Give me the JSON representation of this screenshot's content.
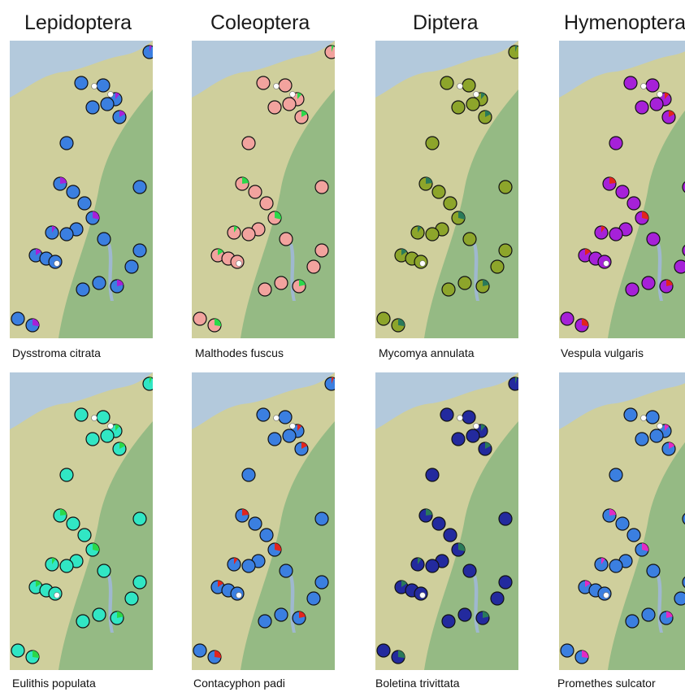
{
  "columns": [
    "Lepidoptera",
    "Coleoptera",
    "Diptera",
    "Hymenoptera"
  ],
  "captions": [
    [
      "Dysstroma citrata",
      "Malthodes fuscus",
      "Mycomya annulata",
      "Vespula vulgaris"
    ],
    [
      "Eulithis populata",
      "Contacyphon padi",
      "Boletina trivittata",
      "Promethes sulcator"
    ]
  ],
  "colors": {
    "sea": "#b3c9dc",
    "land": "#cfcf9c",
    "forest": "#86b47e",
    "water": "#9fb8cf",
    "empty_site": "#ffffff",
    "blue": "#3b7fe0",
    "pink": "#f2a39e",
    "olive": "#8da52b",
    "purple": "#a621d8",
    "cyan": "#31e6c4",
    "green": "#2bd84a",
    "red": "#e1251e",
    "navy": "#232a9e",
    "black": "#101010",
    "teal": "#2a7a5a",
    "magenta": "#e22bc4"
  },
  "panel_colors": [
    [
      "blue",
      "pink",
      "olive",
      "purple"
    ],
    [
      "cyan",
      "blue",
      "navy",
      "blue"
    ]
  ],
  "secondary_colors": [
    [
      "purple",
      "green",
      "teal",
      "red"
    ],
    [
      "green",
      "red",
      "teal",
      "magenta"
    ]
  ]
}
